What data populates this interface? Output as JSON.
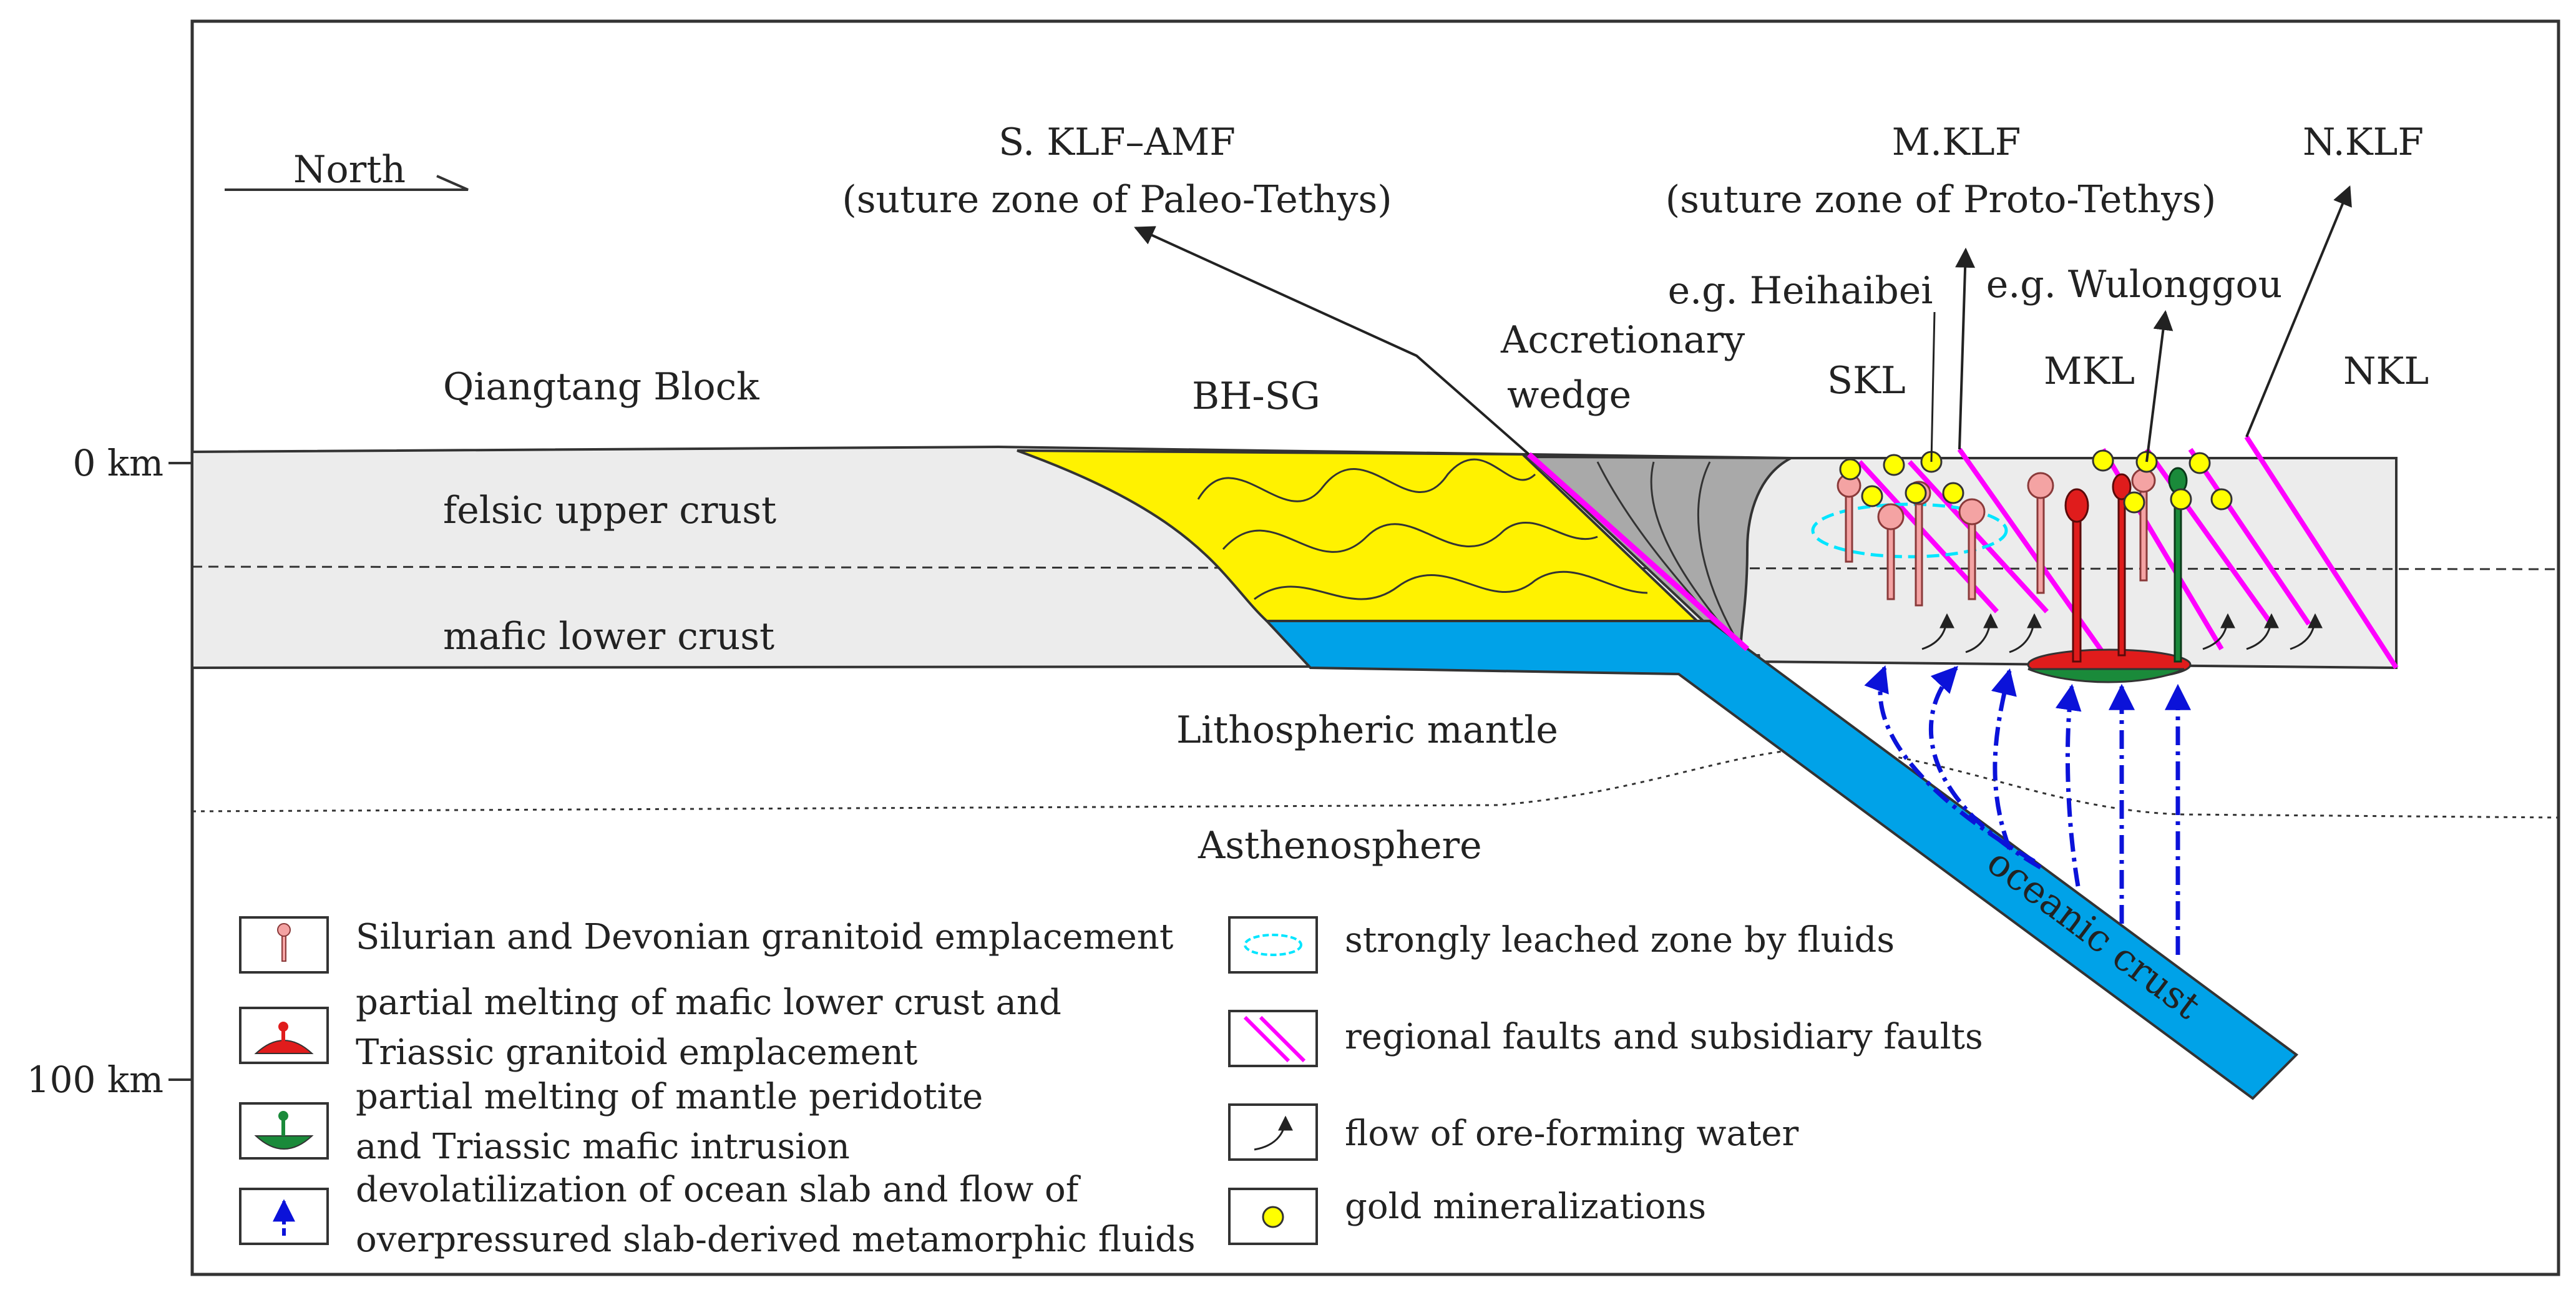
{
  "colors": {
    "crust": "#ececec",
    "yellow_unit": "#fff200",
    "wedge": "#a9a9a9",
    "oceanic_crust": "#00a2e8",
    "fault": "#ff00ff",
    "gold": "#ffff00",
    "fluid_arrow": "#0b12d9",
    "leached_zone": "#00e5ff",
    "granitoid_pink": "#f4a3a3",
    "triassic_red": "#e01c1c",
    "mafic_green": "#1a8a3a"
  },
  "labels": {
    "north": "North",
    "skl_amf_1": "S. KLF–AMF",
    "skl_amf_2": "(suture zone of Paleo-Tethys)",
    "mklf_1": "M.KLF",
    "mklf_2": "(suture zone of Proto-Tethys)",
    "nklf": "N.KLF",
    "heihaibei": "e.g. Heihaibei",
    "wulonggou": "e.g. Wulonggou",
    "accretionary_1": "Accretionary",
    "accretionary_2": "wedge",
    "qiangtang": "Qiangtang Block",
    "bhsg": "BH-SG",
    "skl": "SKL",
    "mkl": "MKL",
    "nkl": "NKL",
    "felsic": "felsic upper crust",
    "mafic": "mafic lower crust",
    "lithospheric": "Lithospheric mantle",
    "asthenosphere": "Asthenosphere",
    "oceanic": "oceanic crust"
  },
  "depth_ticks": [
    "0 km",
    "100 km"
  ],
  "legend": {
    "silurian": "Silurian and Devonian granitoid emplacement",
    "partial_1": "partial melting of mafic lower crust and",
    "partial_2": "Triassic granitoid emplacement",
    "mantle_1": "partial melting of mantle peridotite",
    "mantle_2": "and Triassic mafic intrusion",
    "devol_1": "devolatilization of ocean slab and flow of",
    "devol_2": "overpressured slab-derived metamorphic fluids",
    "leached": "strongly leached zone by fluids",
    "faults": "regional faults and subsidiary faults",
    "flow": "flow of ore-forming water",
    "gold": "gold  mineralizations"
  }
}
